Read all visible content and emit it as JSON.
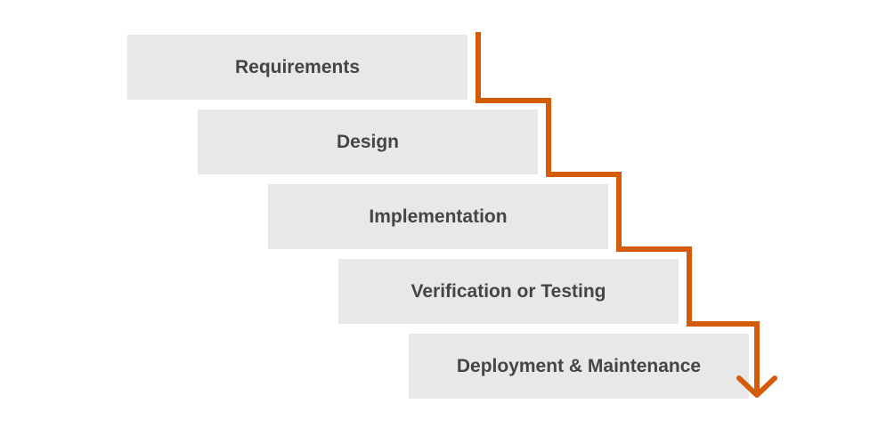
{
  "diagram": {
    "steps": [
      {
        "label": "Requirements"
      },
      {
        "label": "Design"
      },
      {
        "label": "Implementation"
      },
      {
        "label": "Verification or Testing"
      },
      {
        "label": "Deployment & Maintenance"
      }
    ],
    "arrow_color": "#d35b0a",
    "box_color": "#e8e8e8",
    "text_color": "#454545"
  }
}
